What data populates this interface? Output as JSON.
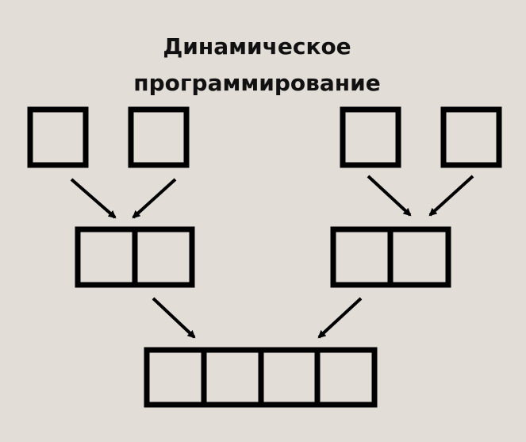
{
  "title": {
    "line1": "Динамическое",
    "line2": "программирование"
  },
  "colors": {
    "background": "#e3ddd8",
    "stroke": "#000000"
  },
  "diagram": {
    "levels": [
      {
        "name": "leaf-left-a",
        "cells": 1
      },
      {
        "name": "leaf-left-b",
        "cells": 1
      },
      {
        "name": "leaf-right-a",
        "cells": 1
      },
      {
        "name": "leaf-right-b",
        "cells": 1
      },
      {
        "name": "merge-left",
        "cells": 2
      },
      {
        "name": "merge-right",
        "cells": 2
      },
      {
        "name": "merge-final",
        "cells": 4
      }
    ]
  }
}
